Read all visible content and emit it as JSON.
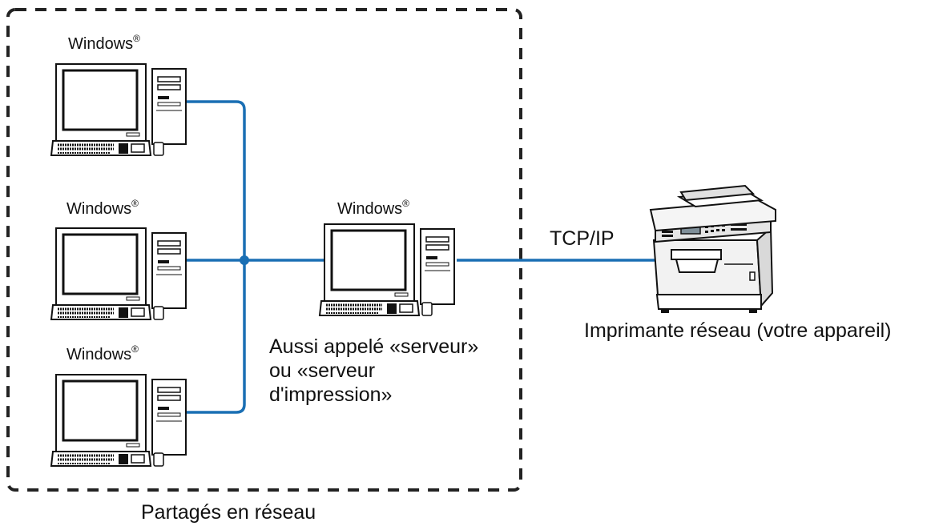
{
  "network": {
    "group_label": "Partagés en réseau",
    "clients": [
      {
        "os": "Windows",
        "mark": "®"
      },
      {
        "os": "Windows",
        "mark": "®"
      },
      {
        "os": "Windows",
        "mark": "®"
      }
    ],
    "server": {
      "os": "Windows",
      "mark": "®",
      "description_lines": [
        "Aussi appelé «serveur»",
        "ou «serveur",
        "d'impression»"
      ]
    },
    "protocol": "TCP/IP",
    "printer": {
      "label": "Imprimante réseau (votre appareil)"
    }
  },
  "colors": {
    "network_line": "#1a6fb4",
    "dashed_border": "#222222"
  }
}
